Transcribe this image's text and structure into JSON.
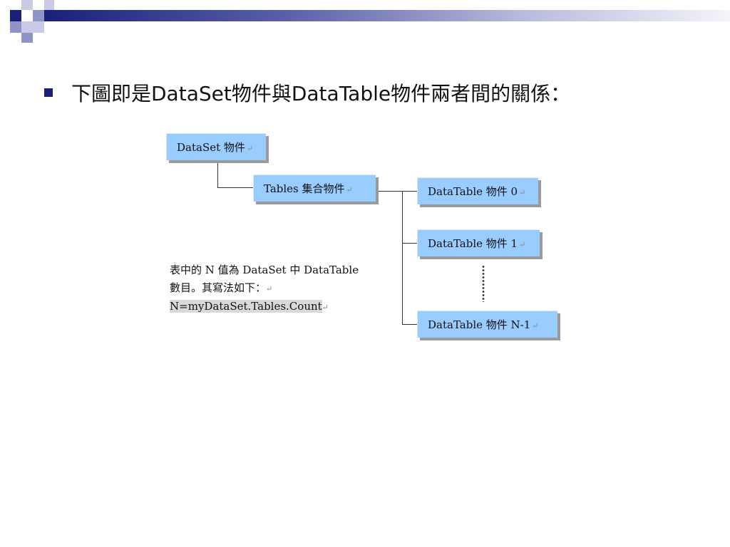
{
  "slide": {
    "bullet_text": "下圖即是DataSet物件與DataTable物件兩者間的關係："
  },
  "diagram": {
    "nodes": {
      "dataset": "DataSet 物件",
      "tables": "Tables 集合物件",
      "datatable_0": "DataTable 物件 0",
      "datatable_1": "DataTable 物件 1",
      "datatable_n": "DataTable 物件 N-1"
    },
    "return_mark": "↵",
    "note": {
      "line1": "表中的 N 值為 DataSet 中 DataTable",
      "line2": "數目。其寫法如下：",
      "code": "N=myDataSet.Tables.Count"
    }
  },
  "colors": {
    "node_fill": "#99ccff",
    "accent_dark": "#1a1f7a"
  }
}
